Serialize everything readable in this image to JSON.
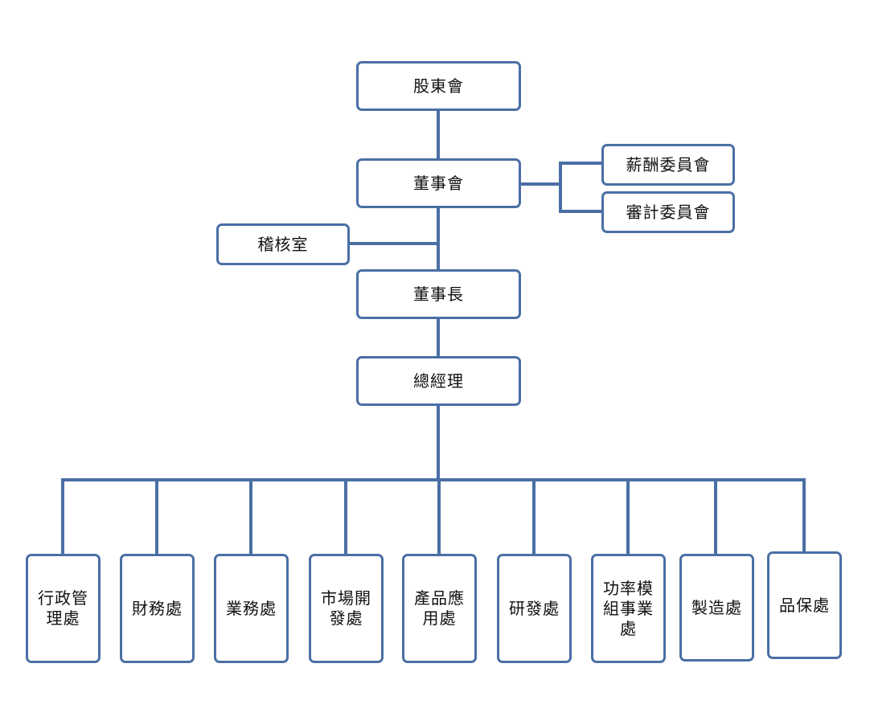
{
  "colors": {
    "line": "#4a6fa5",
    "box_border": "#4a6fa5",
    "box_fill": "#ffffff",
    "text": "#111111"
  },
  "nodes": {
    "shareholders": "股東會",
    "board": "董事會",
    "compensation_committee": "薪酬委員會",
    "audit_committee": "審計委員會",
    "audit_office": "稽核室",
    "chairman": "董事長",
    "general_manager": "總經理"
  },
  "departments": [
    "行政管理處",
    "財務處",
    "業務處",
    "市場開發處",
    "產品應用處",
    "研發處",
    "功率模組事業處",
    "製造處",
    "品保處"
  ]
}
